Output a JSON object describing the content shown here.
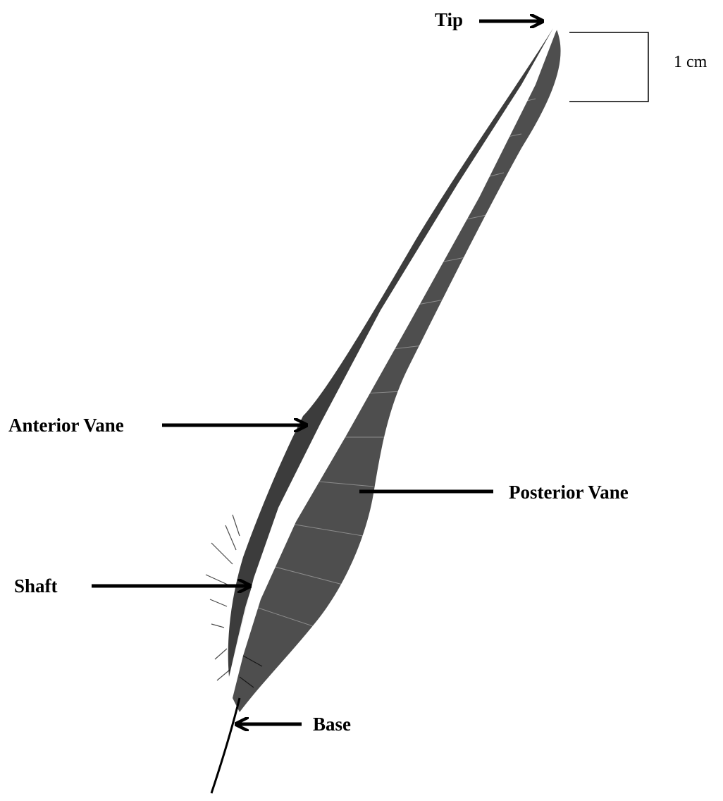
{
  "labels": {
    "tip": "Tip",
    "anterior_vane": "Anterior Vane",
    "posterior_vane": "Posterior Vane",
    "shaft": "Shaft",
    "base": "Base"
  },
  "scale_bar": {
    "label": "1 cm"
  },
  "colors": {
    "ink": "#000000",
    "background": "#ffffff"
  }
}
